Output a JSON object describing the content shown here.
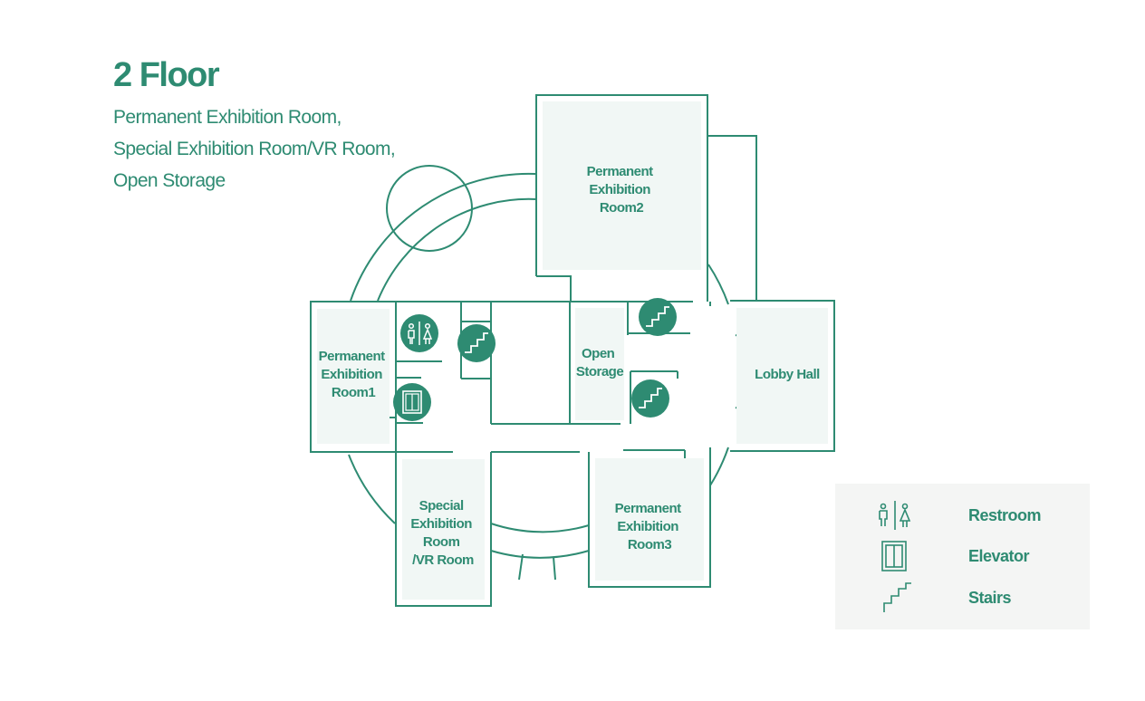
{
  "header": {
    "title": "2 Floor",
    "subtitle_lines": [
      "Permanent Exhibition Room,",
      "Special Exhibition Room/VR Room,",
      "Open Storage"
    ]
  },
  "rooms": {
    "permanent1": [
      "Permanent",
      "Exhibition",
      "Room1"
    ],
    "permanent2": [
      "Permanent",
      "Exhibition",
      "Room2"
    ],
    "permanent3": [
      "Permanent",
      "Exhibition",
      "Room3"
    ],
    "special": [
      "Special",
      "Exhibition",
      "Room",
      "/VR Room"
    ],
    "open_storage": [
      "Open",
      "Storage"
    ],
    "lobby": [
      "Lobby Hall"
    ]
  },
  "legend": {
    "items": [
      {
        "icon": "restroom-icon",
        "label": "Restroom"
      },
      {
        "icon": "elevator-icon",
        "label": "Elevator"
      },
      {
        "icon": "stairs-icon",
        "label": "Stairs"
      }
    ]
  },
  "colors": {
    "line": "#2e8b72",
    "room_fill": "#f1f7f5",
    "marker_fill": "#2e8b72",
    "legend_bg": "#f4f5f4"
  }
}
